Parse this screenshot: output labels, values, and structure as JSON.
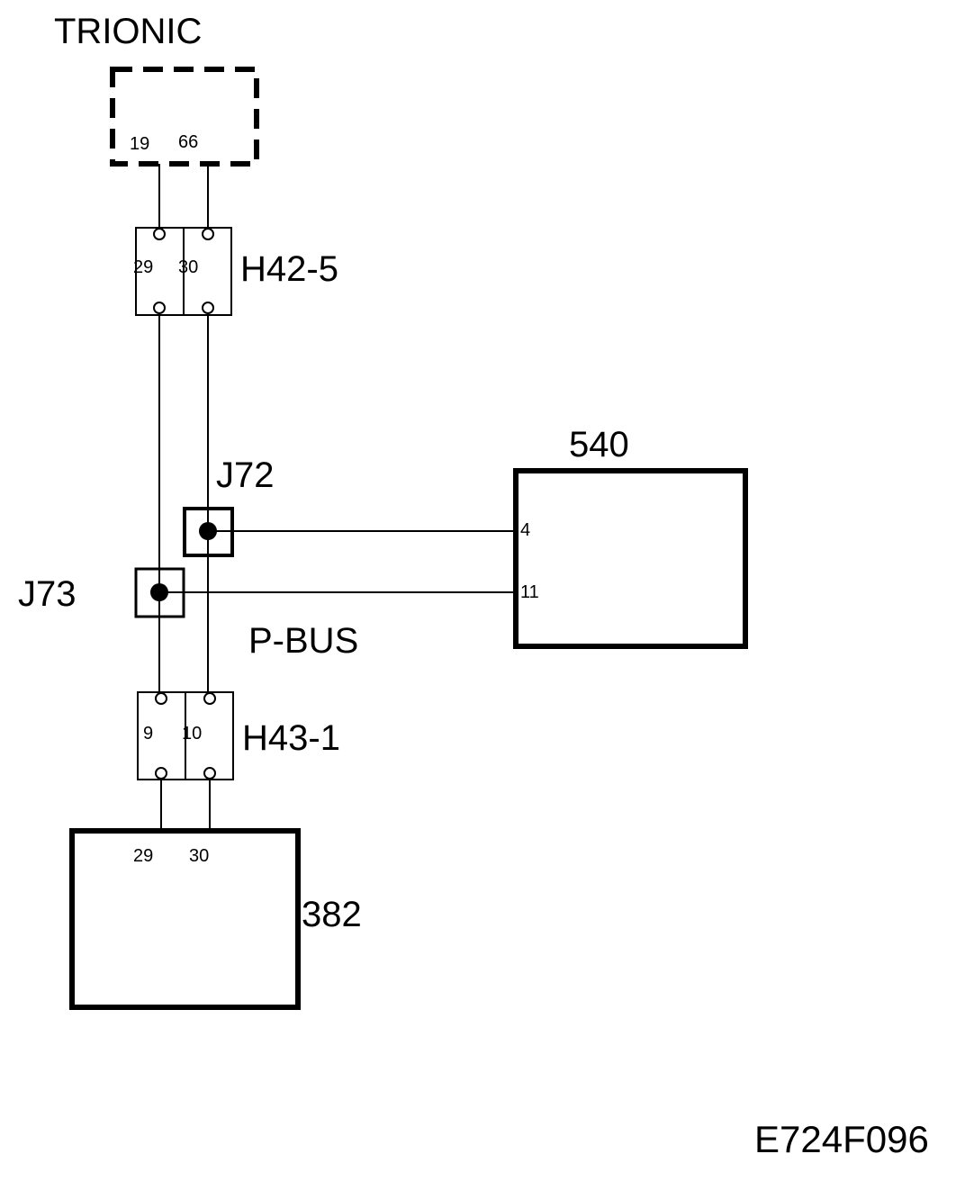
{
  "labels": {
    "ecu": "TRIONIC",
    "conn_top": "H42-5",
    "conn_bottom": "H43-1",
    "splice_1": "J72",
    "splice_2": "J73",
    "bus": "P-BUS",
    "module_right": "540",
    "module_bottom": "382",
    "figure_code": "E724F096"
  },
  "pins": {
    "ecu": [
      "19",
      "66"
    ],
    "conn_top": [
      "29",
      "30"
    ],
    "conn_bottom": [
      "9",
      "10"
    ],
    "module_right": [
      "4",
      "11"
    ],
    "module_bottom": [
      "29",
      "30"
    ]
  }
}
